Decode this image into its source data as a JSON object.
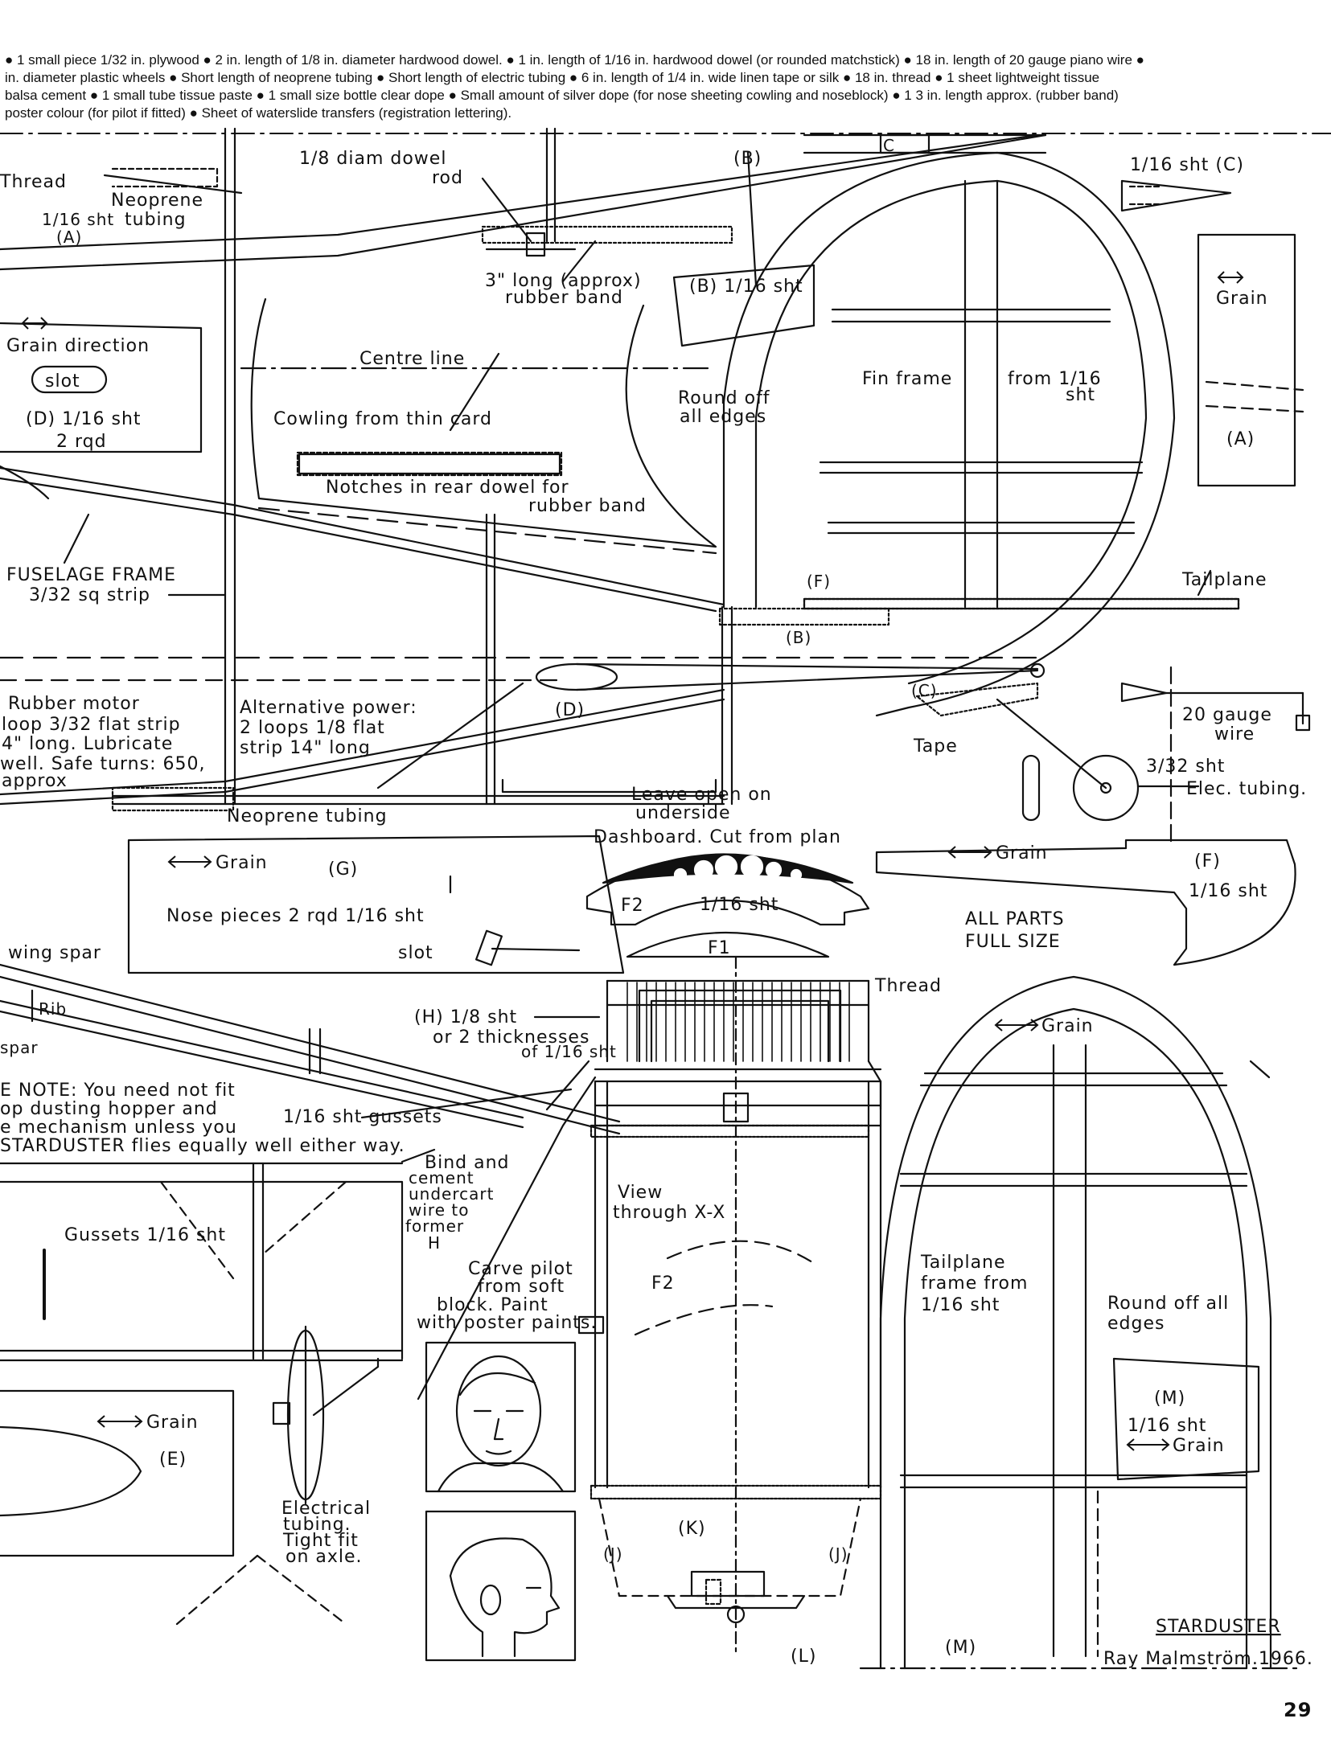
{
  "parts_list": {
    "line1": "● 1 small piece 1/32 in. plywood ● 2 in. length of 1/8 in. diameter hardwood dowel. ● 1 in. length of 1/16 in. hardwood dowel (or rounded matchstick) ● 18 in. length of 20 gauge piano wire ●",
    "line2": "in. diameter plastic wheels ● Short length of neoprene tubing ● Short length of electric tubing ● 6 in. length of 1/4 in. wide linen tape or silk ● 18 in. thread ● 1 sheet lightweight tissue",
    "line3": "balsa cement ● 1 small tube tissue paste ● 1 small size bottle clear dope ● Small amount of silver dope (for nose sheeting cowling and noseblock) ● 1 3 in. length approx. (rubber band)",
    "line4": "poster colour (for pilot if fitted) ● Sheet of waterslide transfers (registration lettering)."
  },
  "labels": {
    "thread_top": "Thread",
    "neoprene_tubing_1": "Neoprene",
    "neoprene_tubing_2": "tubing",
    "sht_a_1": "1/16 sht",
    "sht_a_2": "(A)",
    "dowel_1": "1/8 diam dowel",
    "dowel_2": "rod",
    "b_top": "(B)",
    "c_top": "C",
    "c_part": "1/16 sht (C)",
    "rubber_band_1": "3\" long (approx)",
    "rubber_band_2": "rubber band",
    "b_part": "(B) 1/16 sht",
    "grain_a": "Grain",
    "grain_direction": "Grain direction",
    "slot": "slot",
    "d_part_1": "(D) 1/16 sht",
    "d_part_2": "2 rqd",
    "centre_line": "Centre line",
    "cowling": "Cowling from thin card",
    "round_off_1": "Round off",
    "round_off_2": "all edges",
    "fin_frame_1": "Fin frame",
    "fin_frame_2": "from 1/16",
    "fin_frame_3": "sht",
    "a_part": "(A)",
    "notches_1": "Notches in rear dowel for",
    "notches_2": "rubber band",
    "fuselage_frame_1": "FUSELAGE FRAME",
    "fuselage_frame_2": "3/32 sq strip",
    "f_top": "(F)",
    "b_mid": "(B)",
    "tailplane_label": "Tailplane",
    "c_mid": "(C)",
    "tape": "Tape",
    "d_mid": "(D)",
    "gauge_wire_1": "20 gauge",
    "gauge_wire_2": "wire",
    "sht_332": "3/32 sht",
    "elec_tubing": "Elec. tubing.",
    "rubber_motor_1": "Rubber motor",
    "rubber_motor_2": "loop 3/32 flat strip",
    "rubber_motor_3": "4\" long. Lubricate",
    "rubber_motor_4": "well. Safe turns: 650,",
    "rubber_motor_5": "approx",
    "alt_power_1": "Alternative power:",
    "alt_power_2": "2 loops 1/8 flat",
    "alt_power_3": "strip 14\" long",
    "leave_open_1": "Leave open on",
    "leave_open_2": "underside",
    "neoprene_bottom": "Neoprene tubing",
    "dashboard": "Dashboard. Cut from plan",
    "grain_g": "Grain",
    "g_part": "(G)",
    "nose_pieces": "Nose pieces 2 rqd 1/16 sht",
    "slot_g": "slot",
    "f2_dash": "F2",
    "f2_sht": "1/16 sht",
    "f1": "F1",
    "grain_f": "Grain",
    "f_part": "(F)",
    "f_sht": "1/16 sht",
    "all_parts_1": "ALL PARTS",
    "all_parts_2": "FULL SIZE",
    "wing_spar": "wing spar",
    "rib": "Rib",
    "spar": "spar",
    "thread_mid": "Thread",
    "h_part_1": "(H) 1/8 sht",
    "h_part_2": "or 2 thicknesses",
    "h_part_3": "of 1/16 sht",
    "grain_tail": "Grain",
    "note_1": "E NOTE: You need not fit",
    "note_2": "op dusting hopper and",
    "note_3": "e mechanism unless you",
    "note_4": "STARDUSTER flies equally well either way.",
    "gussets_sht": "1/16 sht gussets",
    "bind_1": "Bind and",
    "bind_2": "cement",
    "bind_3": "undercart",
    "bind_4": "wire to",
    "bind_5": "former",
    "bind_6": "H",
    "view_1": "View",
    "view_2": "through X-X",
    "gussets_left": "Gussets 1/16 sht",
    "carve_1": "Carve pilot",
    "carve_2": "from soft",
    "carve_3": "block. Paint",
    "carve_4": "with poster paints.",
    "f2_view": "F2",
    "tailplane_frame_1": "Tailplane",
    "tailplane_frame_2": "frame from",
    "tailplane_frame_3": "1/16 sht",
    "round_off_all_1": "Round off all",
    "round_off_all_2": "edges",
    "grain_e": "Grain",
    "e_part": "(E)",
    "m_part": "(M)",
    "m_sht": "1/16 sht",
    "grain_m": "Grain",
    "elec_tubing_1": "Electrical",
    "elec_tubing_2": "tubing.",
    "elec_tubing_3": "Tight fit",
    "elec_tubing_4": "on axle.",
    "k_part": "(K)",
    "j_left": "(J)",
    "j_right": "(J)",
    "l_part": "(L)",
    "m_bottom": "(M)",
    "model_name": "STARDUSTER",
    "designer": "Ray Malmström.1966.",
    "page_number": "29"
  }
}
